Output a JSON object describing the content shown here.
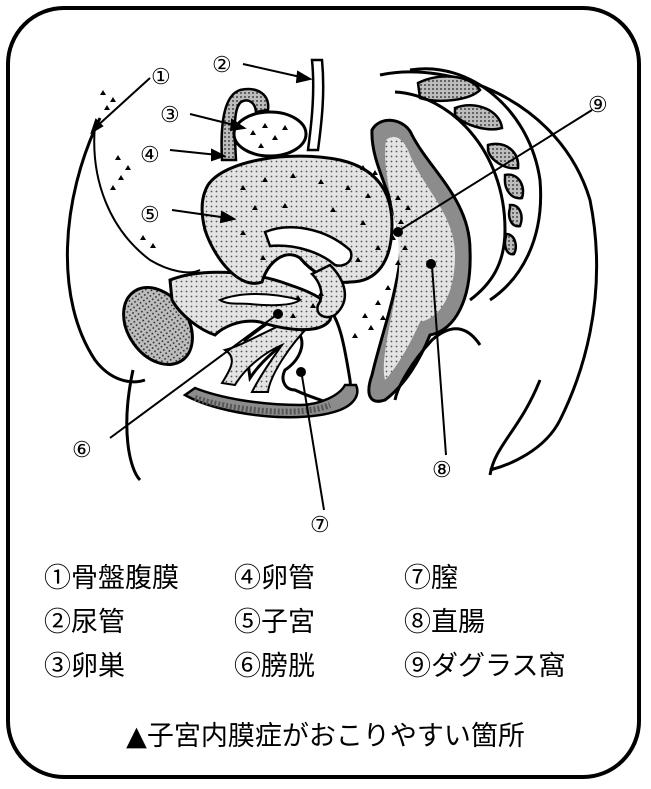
{
  "callouts": [
    "①",
    "②",
    "③",
    "④",
    "⑤",
    "⑥",
    "⑦",
    "⑧",
    "⑨"
  ],
  "legend": [
    {
      "label": "①骨盤腹膜"
    },
    {
      "label": "④卵管"
    },
    {
      "label": "⑦膣"
    },
    {
      "label": "②尿管"
    },
    {
      "label": "⑤子宮"
    },
    {
      "label": "⑧直腸"
    },
    {
      "label": "③卵巣"
    },
    {
      "label": "⑥膀胱"
    },
    {
      "label": "⑨ダグラス窩"
    }
  ],
  "footnote": "▲子宮内膜症がおこりやすい箇所",
  "colors": {
    "line": "#000000",
    "tissue_light": "#d9d9d9",
    "tissue_dark": "#8c8c8c",
    "background": "#ffffff"
  }
}
